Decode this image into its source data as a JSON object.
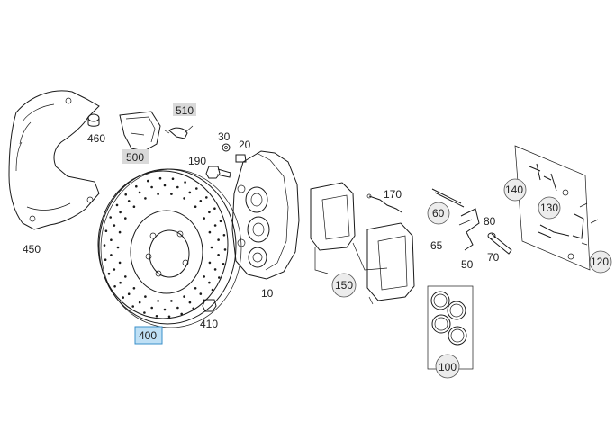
{
  "labels": {
    "p10": "10",
    "p20": "20",
    "p30": "30",
    "p50": "50",
    "p60": "60",
    "p65": "65",
    "p70": "70",
    "p80": "80",
    "p100": "100",
    "p120": "120",
    "p130": "130",
    "p140": "140",
    "p150": "150",
    "p170": "170",
    "p190": "190",
    "p400": "400",
    "p410": "410",
    "p450": "450",
    "p460": "460",
    "p500": "500",
    "p510": "510"
  },
  "colors": {
    "line": "#1a1a1a",
    "highlight_fill": "#bfe0f5",
    "highlight_stroke": "#3a8fc9",
    "gray_tag": "#d9d9d9",
    "circle_fill": "#ececec"
  }
}
